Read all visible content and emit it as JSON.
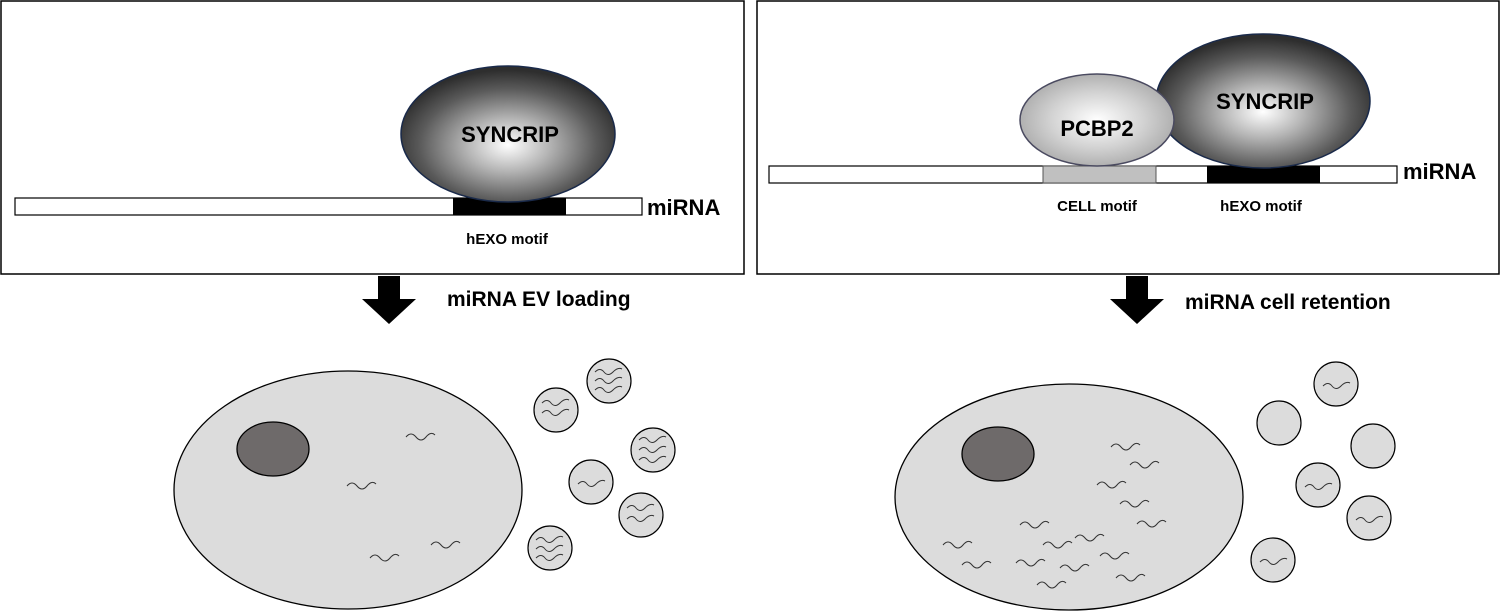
{
  "left_panel": {
    "protein": "SYNCRIP",
    "strand_label": "miRNA",
    "motif_label": "hEXO motif",
    "outcome": "miRNA EV loading"
  },
  "right_panel": {
    "protein_a": "PCBP2",
    "protein_b": "SYNCRIP",
    "strand_label": "miRNA",
    "motif_a_label": "CELL motif",
    "motif_b_label": "hEXO motif",
    "outcome": "miRNA cell retention"
  },
  "colors": {
    "cell_fill": "#dcdcdc",
    "nucleus_fill": "#6e6a6a",
    "grey_motif": "#c0c0c0",
    "black_motif": "#000000",
    "pcbp2_rim": "#8c8c8c"
  }
}
